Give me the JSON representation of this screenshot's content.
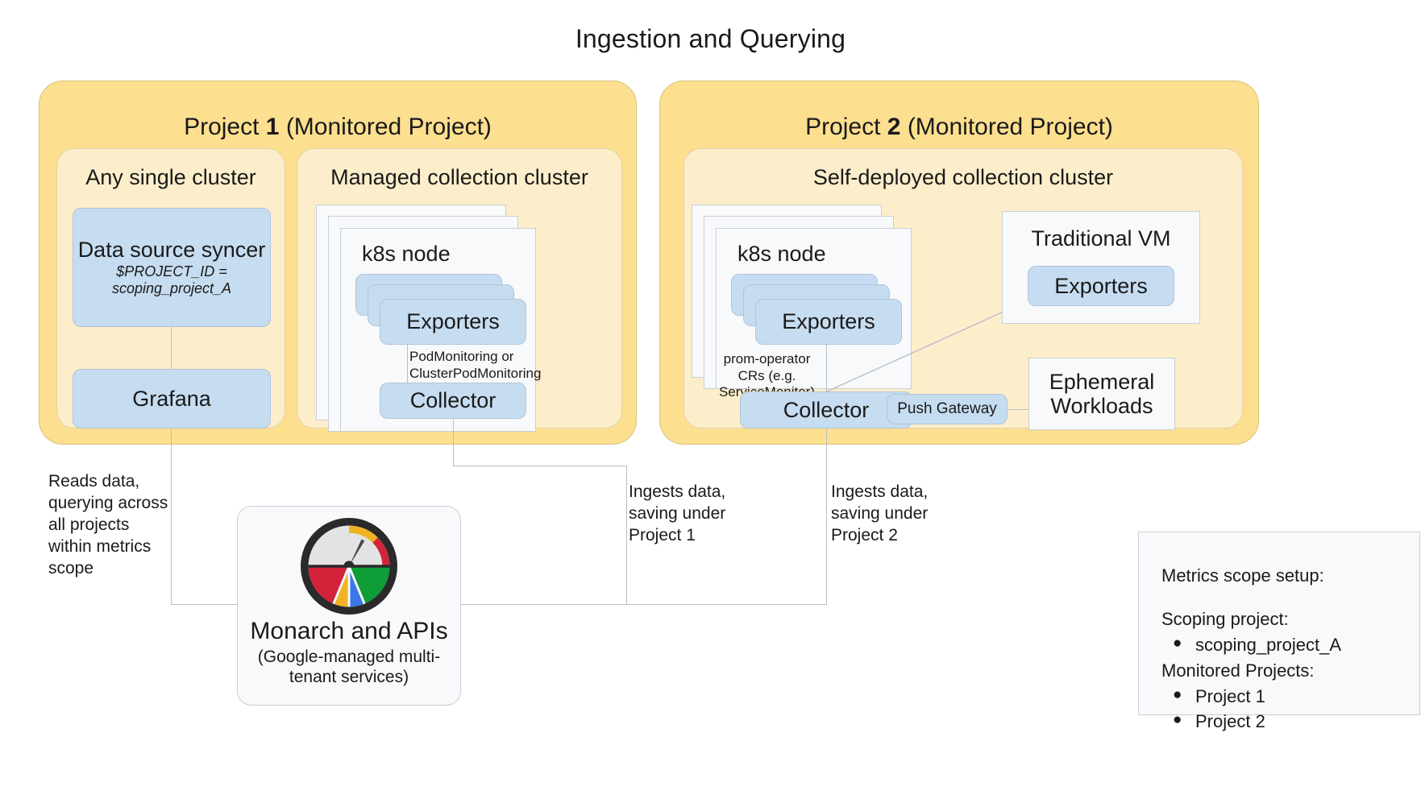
{
  "title": "Ingestion and Querying",
  "projects": [
    {
      "title_prefix": "Project ",
      "title_number": "1",
      "title_suffix": " (Monitored Project)",
      "clusters": [
        {
          "name": "Any single cluster"
        },
        {
          "name": "Managed collection cluster"
        }
      ]
    },
    {
      "title_prefix": "Project ",
      "title_number": "2",
      "title_suffix": " (Monitored Project)",
      "clusters": [
        {
          "name": "Self-deployed collection cluster"
        }
      ]
    }
  ],
  "boxes": {
    "data_source_syncer": "Data source syncer",
    "data_source_syncer_var": "$PROJECT_ID = scoping_project_A",
    "grafana": "Grafana",
    "k8s_node": "k8s node",
    "exporters": "Exporters",
    "collector": "Collector",
    "push_gateway": "Push Gateway",
    "traditional_vm": "Traditional VM",
    "ephemeral_workloads": "Ephemeral Workloads"
  },
  "edge_labels": {
    "managed_cr": "PodMonitoring or ClusterPodMonitoring",
    "selfdeployed_cr": "prom-operator CRs (e.g. ServiceMonitor)",
    "reads": "Reads data, querying across all projects within metrics scope",
    "ingest_p1": "Ingests data, saving under Project 1",
    "ingest_p2": "Ingests data, saving under Project 2"
  },
  "monarch": {
    "name": "Monarch and APIs",
    "subtitle": "(Google-managed multi-tenant services)",
    "icon": "monarch-gauge-icon"
  },
  "legend": {
    "heading": "Metrics scope setup:",
    "scoping_label": "Scoping project:",
    "scoping_items": [
      "scoping_project_A"
    ],
    "monitored_label": "Monitored Projects:",
    "monitored_items": [
      "Project 1",
      "Project 2"
    ],
    "bullet": "●"
  },
  "colors": {
    "project_fill": "#fcdf8f",
    "cluster_fill": "#fdeecb",
    "node_fill": "#f8f9fb",
    "blue_fill": "#c6dcf0",
    "line": "#b9bec6",
    "monarch_red": "#d3233a",
    "monarch_yellow": "#f0b323",
    "monarch_blue": "#3b78e7",
    "monarch_green": "#0f9d38",
    "monarch_dark": "#2a2a2a"
  }
}
